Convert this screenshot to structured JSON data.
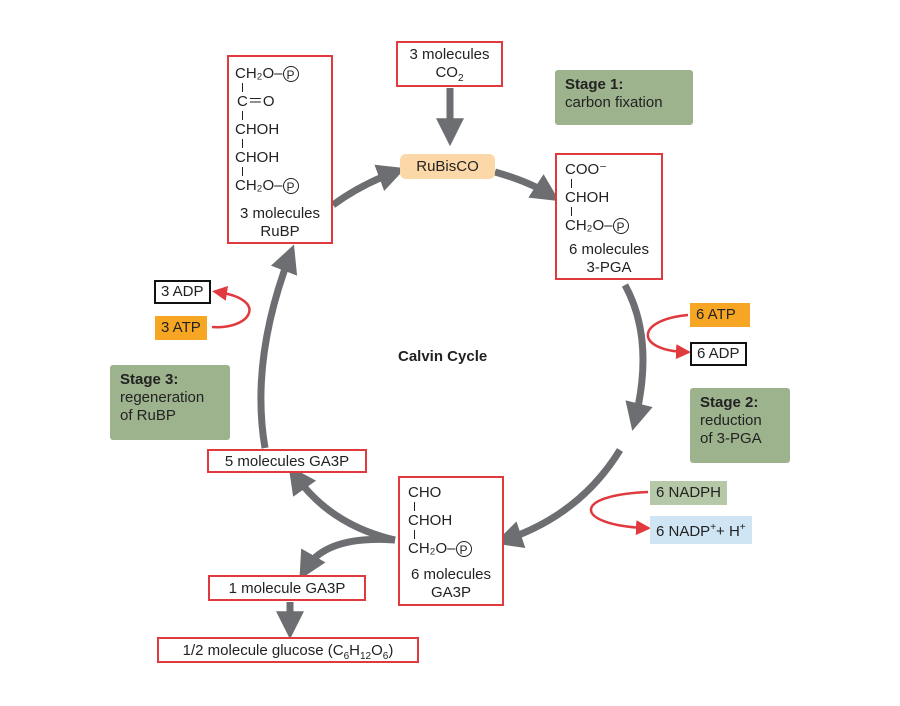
{
  "diagram": {
    "title": "Calvin Cycle",
    "enzyme": "RuBisCO",
    "co2_box": {
      "line1": "3 molecules",
      "line2_text": "CO",
      "line2_sub": "2"
    },
    "rubp_box": {
      "struct": [
        "CH₂O–",
        "C＝O",
        "CHOH",
        "CHOH",
        "CH₂O–"
      ],
      "label1": "3 molecules",
      "label2": "RuBP",
      "phosphate": "P"
    },
    "pga_box": {
      "struct": [
        "COO⁻",
        "CHOH",
        "CH₂O–"
      ],
      "label1": "6 molecules",
      "label2": "3-PGA",
      "phosphate": "P"
    },
    "ga3p_box": {
      "struct": [
        "CHO",
        "CHOH",
        "CH₂O–"
      ],
      "label1": "6 molecules",
      "label2": "GA3P",
      "phosphate": "P"
    },
    "ga3p_five": "5 molecules GA3P",
    "ga3p_one": "1 molecule GA3P",
    "glucose": {
      "text": "1/2 molecule glucose (C",
      "s1": "6",
      "h": "H",
      "s2": "12",
      "o": "O",
      "s3": "6",
      "close": ")"
    },
    "stage1": {
      "title": "Stage 1:",
      "desc": "carbon fixation"
    },
    "stage2": {
      "title": "Stage 2:",
      "desc1": "reduction",
      "desc2": "of 3-PGA"
    },
    "stage3": {
      "title": "Stage 3:",
      "desc1": "regeneration",
      "desc2": "of RuBP"
    },
    "left_inputs": {
      "adp": "3 ADP",
      "atp": "3 ATP"
    },
    "right_inputs": {
      "atp": "6 ATP",
      "adp": "6 ADP",
      "nadph": "6 NADPH",
      "nadp_text": "6 NADP",
      "nadp_sup": "+",
      "nadp_tail": "+ H",
      "h_sup": "+"
    },
    "colors": {
      "arrow_gray": "#6d6e71",
      "red_box": "#e0393e",
      "stage_green": "#9db38d",
      "atp_orange": "#f6a623",
      "rubisco_peach": "#fcd8a9",
      "nadph_green": "#b5c9a8",
      "nadp_blue": "#cfe5f3",
      "red_arrow": "#e0393e"
    }
  }
}
